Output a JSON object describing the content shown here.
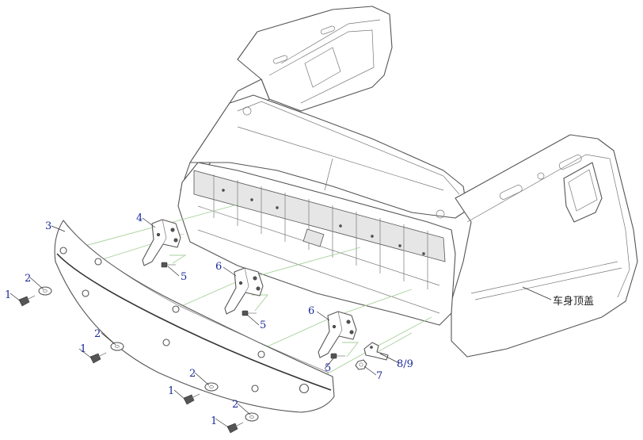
{
  "callouts": [
    {
      "id": "c1a",
      "label": "1"
    },
    {
      "id": "c1b",
      "label": "1"
    },
    {
      "id": "c1c",
      "label": "1"
    },
    {
      "id": "c1d",
      "label": "1"
    },
    {
      "id": "c2a",
      "label": "2"
    },
    {
      "id": "c2b",
      "label": "2"
    },
    {
      "id": "c2c",
      "label": "2"
    },
    {
      "id": "c2d",
      "label": "2"
    },
    {
      "id": "c3",
      "label": "3"
    },
    {
      "id": "c4",
      "label": "4"
    },
    {
      "id": "c5a",
      "label": "5"
    },
    {
      "id": "c5b",
      "label": "5"
    },
    {
      "id": "c5c",
      "label": "5"
    },
    {
      "id": "c6a",
      "label": "6"
    },
    {
      "id": "c6b",
      "label": "6"
    },
    {
      "id": "c7",
      "label": "7"
    },
    {
      "id": "c89",
      "label": "8/9"
    },
    {
      "id": "croof",
      "label": "车身顶盖"
    }
  ]
}
